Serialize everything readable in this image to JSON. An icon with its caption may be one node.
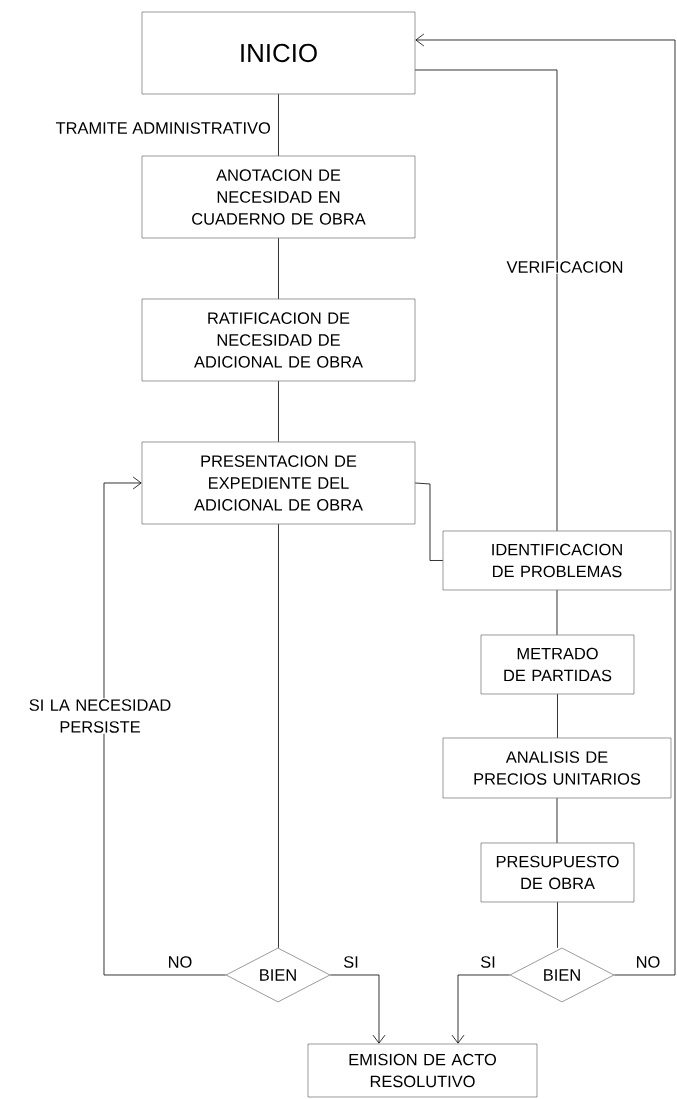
{
  "diagram": {
    "nodes": [
      {
        "text": [
          "INICIO"
        ]
      },
      {
        "text": [
          "ANOTACION DE NECESIDAD EN CUADERNO DE OBRA"
        ]
      },
      {
        "text": [
          "RATIFICACION DE NECESIDAD DE ADICIONAL DE OBRA"
        ]
      },
      {
        "text": [
          "PRESENTACION DE EXPEDIENTE DEL ADICIONAL DE OBRA"
        ]
      },
      {
        "text": [
          "IDENTIFICACION DE PROBLEMAS"
        ]
      },
      {
        "text": [
          "METRADO DE PARTIDAS"
        ]
      },
      {
        "text": [
          "ANALISIS DE PRECIOS UNITARIOS"
        ]
      },
      {
        "text": [
          "PRESUPUESTO DE OBRA"
        ]
      },
      {
        "text": [
          "BIEN"
        ]
      },
      {
        "text": [
          "BIEN"
        ]
      },
      {
        "text": [
          "EMISION DE ACTO RESOLUTIVO"
        ]
      }
    ],
    "edges": [
      {
        "from": 0,
        "to": 1,
        "arrow": "none",
        "label": "TRAMITE ADMINISTRATIVO"
      },
      {
        "from": 1,
        "to": 2,
        "arrow": "none"
      },
      {
        "from": 2,
        "to": 3,
        "arrow": "none"
      },
      {
        "from": 3,
        "to": 8,
        "arrow": "none"
      },
      {
        "from": 8,
        "to": 3,
        "arrow": "to",
        "label": "NO"
      },
      {
        "from": 8,
        "to": 10,
        "arrow": "to",
        "label": "SI"
      },
      {
        "from": 3,
        "to": 4,
        "arrow": "none"
      },
      {
        "from": 0,
        "to": 4,
        "arrow": "none",
        "label": "VERIFICACION"
      },
      {
        "from": 4,
        "to": 5,
        "arrow": "none"
      },
      {
        "from": 5,
        "to": 6,
        "arrow": "none"
      },
      {
        "from": 6,
        "to": 7,
        "arrow": "none"
      },
      {
        "from": 7,
        "to": 9,
        "arrow": "none"
      },
      {
        "from": 9,
        "to": 10,
        "arrow": "to",
        "label": "SI"
      },
      {
        "from": 9,
        "to": 0,
        "arrow": "to",
        "label": "NO"
      }
    ],
    "labels": [
      "SI LA NECESIDAD PERSISTE"
    ]
  }
}
